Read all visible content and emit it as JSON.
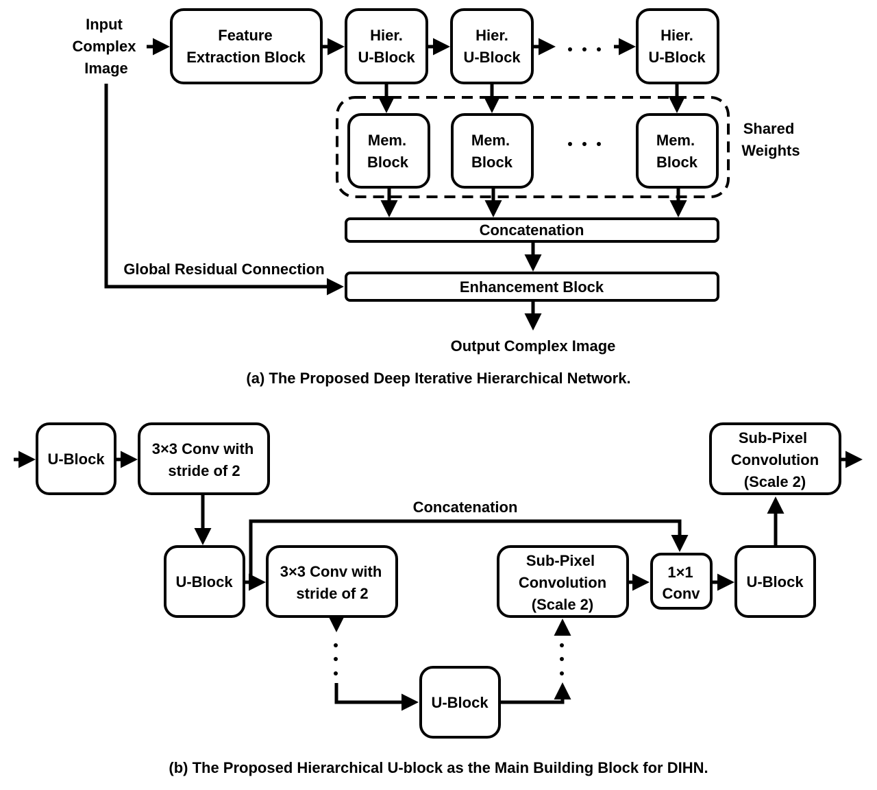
{
  "diagram_a": {
    "input_label": [
      "Input",
      "Complex",
      "Image"
    ],
    "feature_block": [
      "Feature",
      "Extraction Block"
    ],
    "hier_blocks": [
      [
        "Hier.",
        "U-Block"
      ],
      [
        "Hier.",
        "U-Block"
      ],
      [
        "Hier.",
        "U-Block"
      ]
    ],
    "mem_blocks": [
      [
        "Mem.",
        "Block"
      ],
      [
        "Mem.",
        "Block"
      ],
      [
        "Mem.",
        "Block"
      ]
    ],
    "shared_weights": [
      "Shared",
      "Weights"
    ],
    "concatenation": "Concatenation",
    "enhancement": "Enhancement Block",
    "global_residual": "Global Residual Connection",
    "output_label": "Output Complex Image",
    "caption": "(a) The Proposed Deep Iterative Hierarchical Network."
  },
  "diagram_b": {
    "ublock_1": "U-Block",
    "conv_1": [
      "3×3 Conv with",
      "stride of 2"
    ],
    "ublock_2": "U-Block",
    "conv_2": [
      "3×3 Conv with",
      "stride of 2"
    ],
    "ublock_bottom": "U-Block",
    "subpixel_1": [
      "Sub-Pixel",
      "Convolution",
      "(Scale 2)"
    ],
    "conv_1x1": [
      "1×1",
      "Conv"
    ],
    "ublock_3": "U-Block",
    "subpixel_2": [
      "Sub-Pixel",
      "Convolution",
      "(Scale 2)"
    ],
    "concatenation": "Concatenation",
    "caption": "(b) The Proposed Hierarchical U-block as the Main Building Block for DIHN."
  }
}
